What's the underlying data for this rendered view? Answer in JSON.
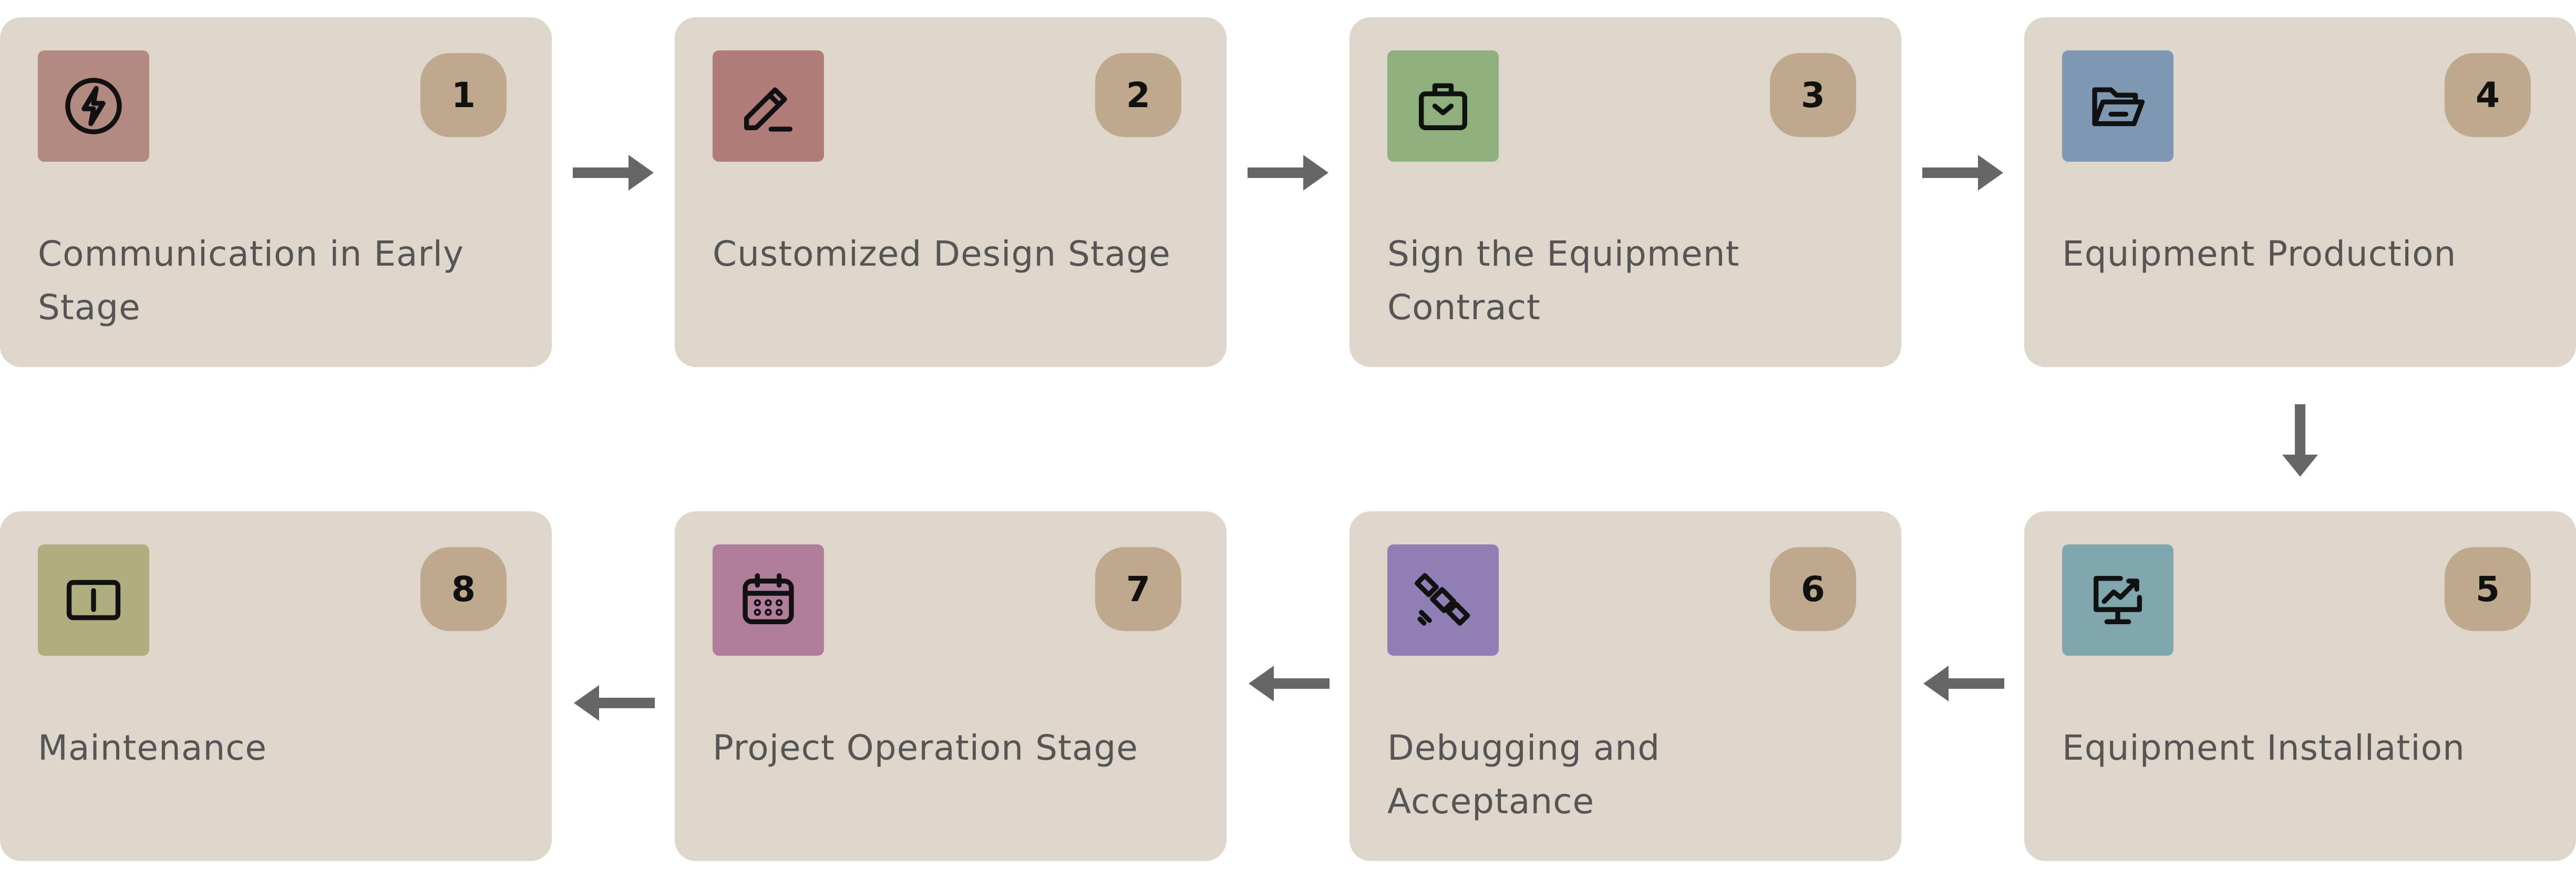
{
  "steps": [
    {
      "number": "1",
      "label": "Communication in Early Stage",
      "icon": "lightning-bolt-icon",
      "color": "#b38a82"
    },
    {
      "number": "2",
      "label": "Customized Design Stage",
      "icon": "pencil-icon",
      "color": "#b07c78"
    },
    {
      "number": "3",
      "label": "Sign the Equipment Contract",
      "icon": "briefcase-icon",
      "color": "#8fb07d"
    },
    {
      "number": "4",
      "label": "Equipment Production",
      "icon": "folder-icon",
      "color": "#7e97b2"
    },
    {
      "number": "5",
      "label": "Equipment Installation",
      "icon": "monitor-chart-icon",
      "color": "#7fa5ad"
    },
    {
      "number": "6",
      "label": "Debugging and Acceptance",
      "icon": "satellite-icon",
      "color": "#8f7fb4"
    },
    {
      "number": "7",
      "label": "Project Operation Stage",
      "icon": "calendar-icon",
      "color": "#b07e9b"
    },
    {
      "number": "8",
      "label": "Maintenance",
      "icon": "book-icon",
      "color": "#aeae7f"
    }
  ],
  "colors": {
    "card_background": "#dfd6cb",
    "badge_background": "#bea98c",
    "arrow": "#666666",
    "label_text": "#555555"
  }
}
